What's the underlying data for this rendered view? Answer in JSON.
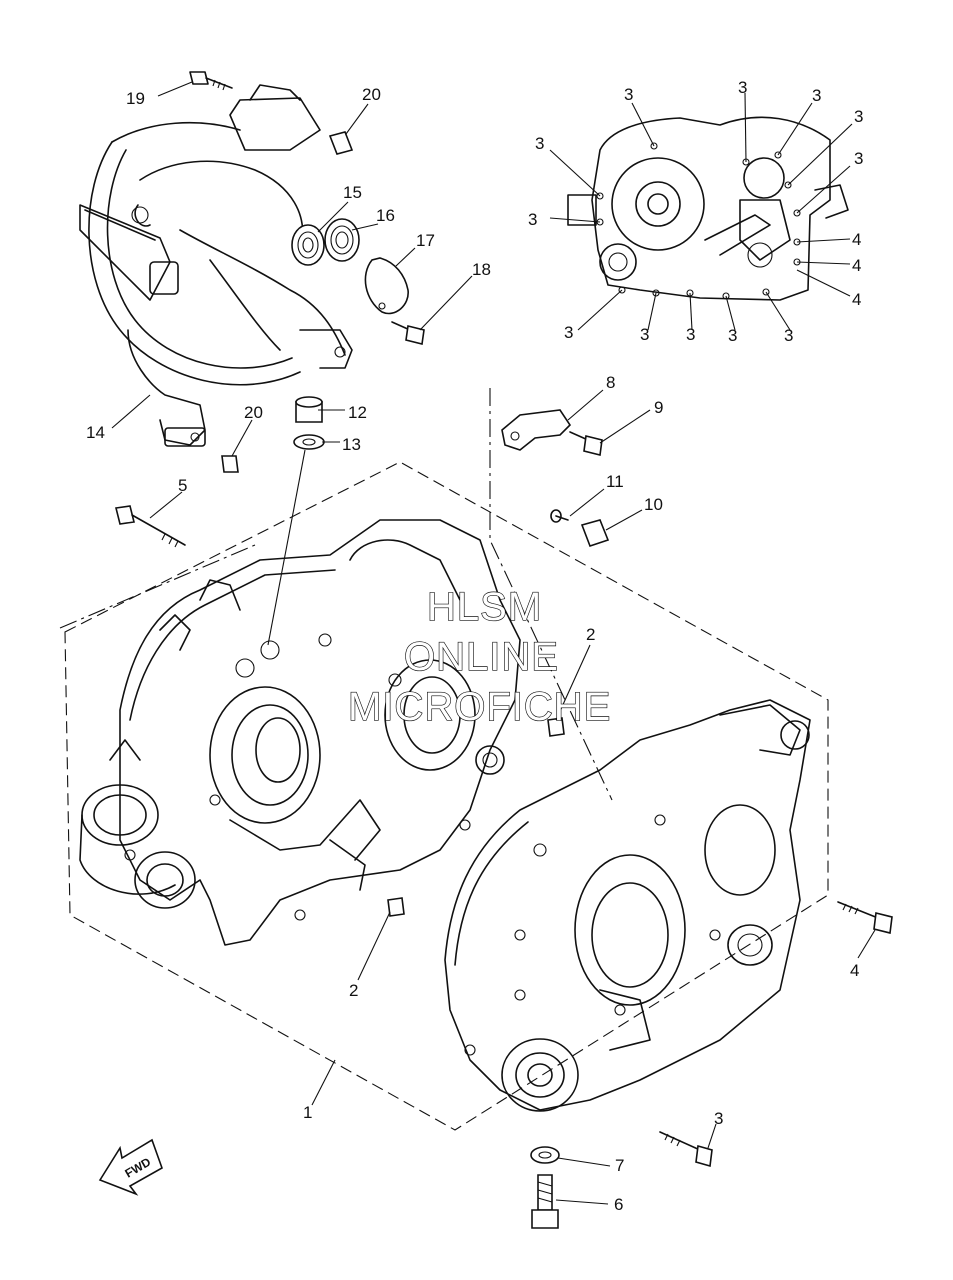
{
  "diagram": {
    "callouts": [
      "19",
      "20",
      "15",
      "16",
      "17",
      "18",
      "14",
      "20",
      "12",
      "13",
      "5",
      "8",
      "9",
      "11",
      "10",
      "2",
      "2",
      "1",
      "4",
      "3",
      "7",
      "6"
    ],
    "inset_callouts": [
      "3",
      "3",
      "3",
      "3",
      "3",
      "3",
      "3",
      "4",
      "4",
      "4",
      "3",
      "3",
      "3",
      "3",
      "3"
    ],
    "watermark": [
      "HLSM",
      "ONLINE",
      "MICROFICHE"
    ],
    "fwd_label": "FWD"
  }
}
